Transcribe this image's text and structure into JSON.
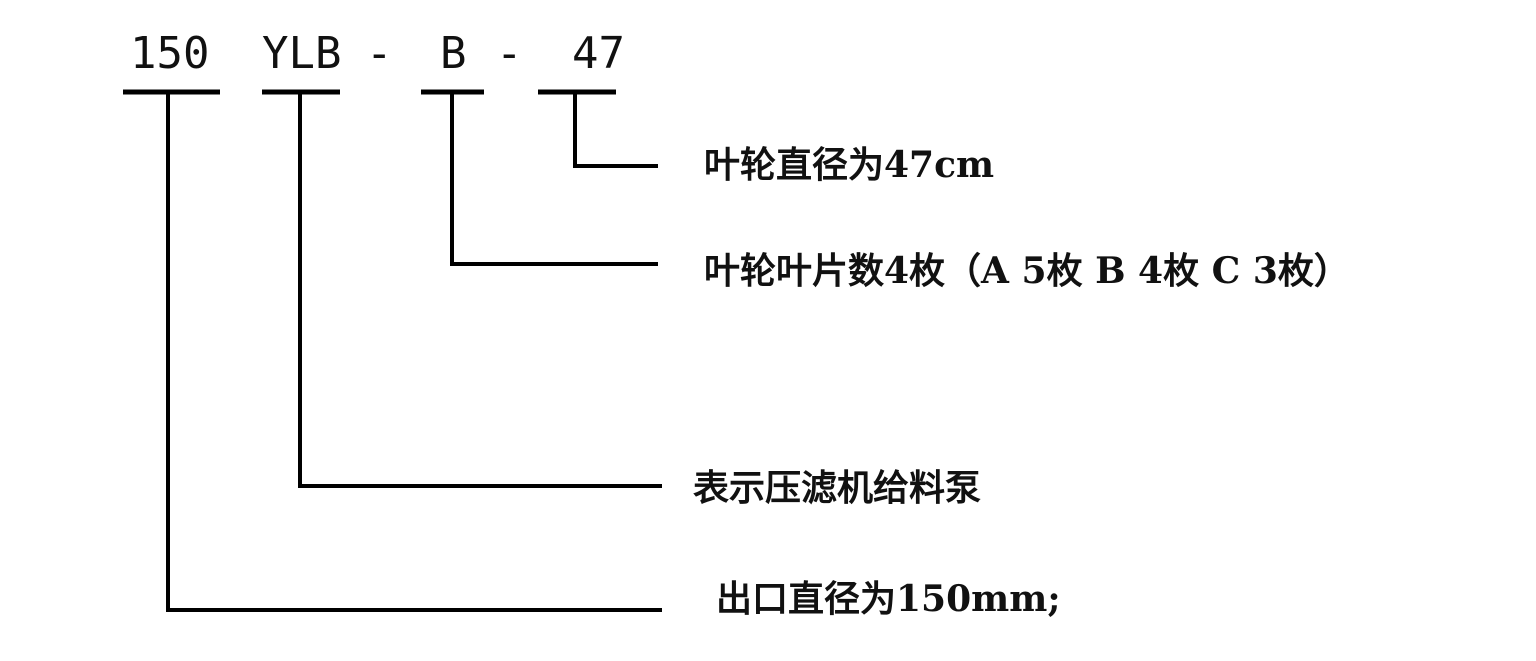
{
  "model_code": {
    "segments": [
      "150",
      "YLB",
      "-",
      "B",
      "-",
      "47"
    ]
  },
  "descriptions": {
    "impeller_diameter": "叶轮直径为47cm",
    "blade_count": "叶轮叶片数4枚（A 5枚 B 4枚 C 3枚）",
    "pump_type": "表示压滤机给料泵",
    "outlet_diameter": "出口直径为150mm;"
  }
}
